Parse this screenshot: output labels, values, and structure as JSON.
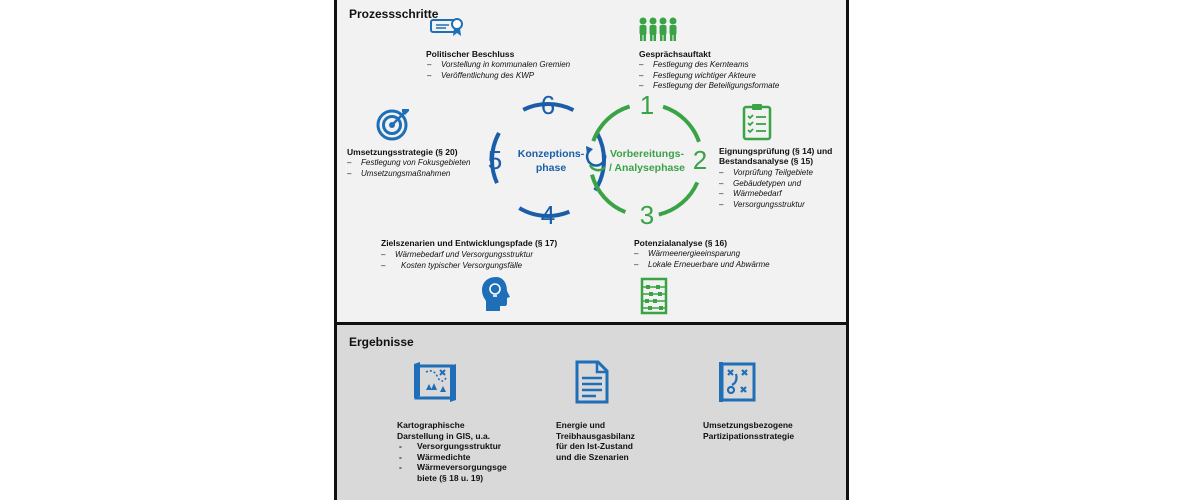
{
  "sections": {
    "process_title": "Prozessschritte",
    "results_title": "Ergebnisse"
  },
  "colors": {
    "blue": "#1a5ea8",
    "green": "#3aa345",
    "icon_blue": "#1f6fb8"
  },
  "cycle": {
    "numbers": [
      "1",
      "2",
      "3",
      "4",
      "5",
      "6"
    ],
    "left_phase": [
      "Konzeptions-",
      "phase"
    ],
    "right_phase": [
      "Vorbereitungs-",
      "/ Analysephase"
    ]
  },
  "steps": {
    "beschluss": {
      "icon": "diploma-icon",
      "title": "Politischer Beschluss",
      "bullets": [
        "Vorstellung in kommunalen Gremien",
        "Veröffentlichung des KWP"
      ]
    },
    "auftakt": {
      "icon": "team-icon",
      "title": "Gesprächsauftakt",
      "bullets": [
        "Festlegung des Kernteams",
        "Festlegung wichtiger Akteure",
        "Festlegung der Beteiligungsformate"
      ]
    },
    "eignung": {
      "icon": "clipboard-checklist-icon",
      "title_lines": [
        "Eignungsprüfung (§ 14) und",
        "Bestandsanalyse (§ 15)"
      ],
      "bullets": [
        "Vorprüfung Teilgebiete",
        "Gebäudetypen und",
        "Wärmebedarf",
        "Versorgungsstruktur"
      ]
    },
    "potenzial": {
      "icon": "abacus-icon",
      "title": "Potenzialanalyse (§ 16)",
      "bullets": [
        "Wärmeenergieeinsparung",
        "Lokale Erneuerbare und Abwärme"
      ]
    },
    "ziel": {
      "icon": "head-idea-icon",
      "title": "Zielszenarien und Entwicklungspfade (§ 17)",
      "bullets": [
        "Wärmebedarf und Versorgungsstruktur",
        "Kosten typischer Versorgungsfälle"
      ]
    },
    "umsetzung": {
      "icon": "target-icon",
      "title": "Umsetzungsstrategie (§ 20)",
      "bullets": [
        "Festlegung von Fokusgebieten",
        "Umsetzungsmaßnahmen"
      ]
    }
  },
  "results": {
    "map": {
      "icon": "map-icon",
      "title_lines": [
        "Kartographische",
        "Darstellung in GIS, u.a."
      ],
      "bullets": [
        "Versorgungsstruktur",
        "Wärmedichte",
        "Wärmeversorgungsge biete (§ 18 u. 19)"
      ]
    },
    "bilanz": {
      "icon": "document-icon",
      "title_lines": [
        "Energie und",
        "Treibhausgasbilanz",
        "für den Ist-Zustand",
        "und die Szenarien"
      ]
    },
    "strategie": {
      "icon": "strategy-board-icon",
      "title_lines": [
        "Umsetzungsbezogene",
        "Partizipationsstrategie"
      ]
    }
  }
}
